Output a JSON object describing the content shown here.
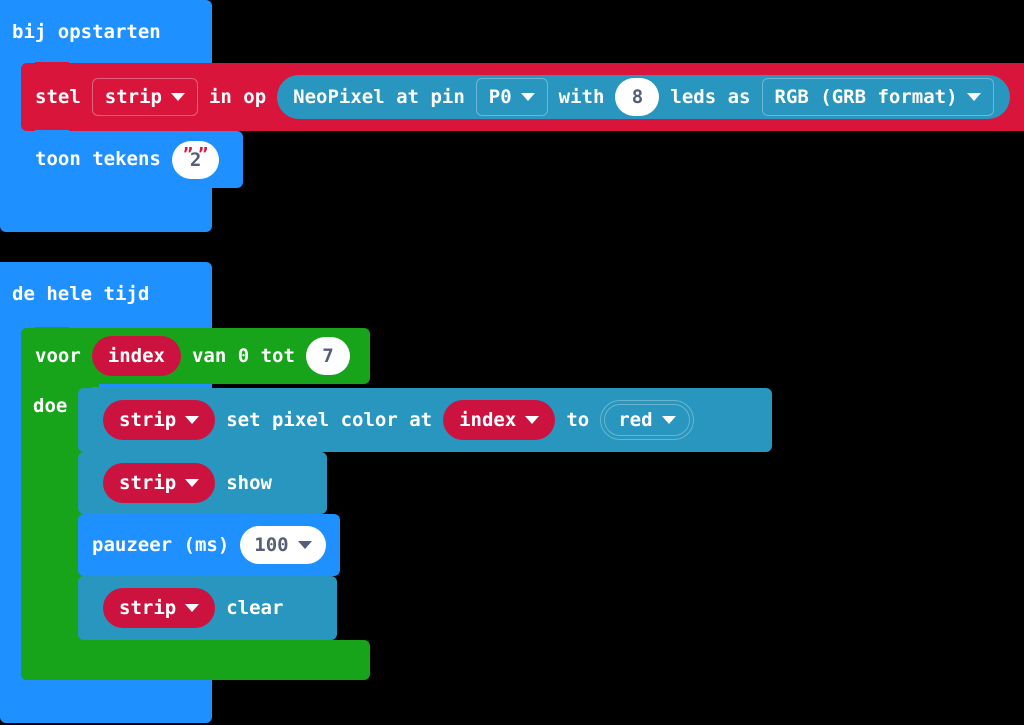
{
  "editor": {
    "name": "makecode-blocks-workspace",
    "background": "#000000",
    "language": "nl"
  },
  "palette": {
    "event_blue": "#1e90ff",
    "neopixel_red": "#d9153c",
    "variable_crimson": "#cc1340",
    "loop_green": "#17a31a",
    "neopixel_teal": "#2896be",
    "field_white": "#ffffff",
    "field_text": "#575e75"
  },
  "scripts": [
    {
      "id": "on-start-script",
      "hat": {
        "label": "bij opstarten"
      },
      "blocks": [
        {
          "id": "set-strip-block",
          "kind": "statement",
          "color": "neopixel_red",
          "parts": [
            {
              "type": "label",
              "text": "stel"
            },
            {
              "type": "dropdown",
              "value": "strip"
            },
            {
              "type": "label",
              "text": "in op"
            },
            {
              "type": "reporter",
              "color": "neopixel_teal",
              "parts": [
                {
                  "type": "label",
                  "text": "NeoPixel at pin"
                },
                {
                  "type": "dropdown",
                  "value": "P0"
                },
                {
                  "type": "label",
                  "text": "with"
                },
                {
                  "type": "number",
                  "value": "8"
                },
                {
                  "type": "label",
                  "text": "leds as"
                },
                {
                  "type": "dropdown",
                  "value": "RGB (GRB format)"
                }
              ]
            }
          ]
        },
        {
          "id": "show-string-block",
          "kind": "statement",
          "color": "event_blue",
          "parts": [
            {
              "type": "label",
              "text": "toon tekens"
            },
            {
              "type": "string",
              "value": "2",
              "quote": "”"
            }
          ]
        }
      ]
    },
    {
      "id": "forever-script",
      "hat": {
        "label": "de hele tijd"
      },
      "loop": {
        "id": "for-loop-block",
        "color": "loop_green",
        "header": [
          {
            "type": "label",
            "text": "voor"
          },
          {
            "type": "variable",
            "value": "index"
          },
          {
            "type": "label",
            "text": "van 0 tot"
          },
          {
            "type": "number",
            "value": "7"
          }
        ],
        "body_label": "doe",
        "body": [
          {
            "id": "set-pixel-color-block",
            "kind": "statement",
            "color": "neopixel_teal",
            "parts": [
              {
                "type": "variable",
                "value": "strip"
              },
              {
                "type": "label",
                "text": "set pixel color at"
              },
              {
                "type": "variable",
                "value": "index"
              },
              {
                "type": "label",
                "text": "to"
              },
              {
                "type": "color",
                "value": "red"
              }
            ]
          },
          {
            "id": "strip-show-block",
            "kind": "statement",
            "color": "neopixel_teal",
            "parts": [
              {
                "type": "variable",
                "value": "strip"
              },
              {
                "type": "label",
                "text": "show"
              }
            ]
          },
          {
            "id": "pause-block",
            "kind": "statement",
            "color": "event_blue",
            "parts": [
              {
                "type": "label",
                "text": "pauzeer (ms)"
              },
              {
                "type": "number",
                "value": "100",
                "dropdown": true
              }
            ]
          },
          {
            "id": "strip-clear-block",
            "kind": "statement",
            "color": "neopixel_teal",
            "parts": [
              {
                "type": "variable",
                "value": "strip"
              },
              {
                "type": "label",
                "text": "clear"
              }
            ]
          }
        ]
      }
    }
  ],
  "text": {
    "bij_opstarten": "bij opstarten",
    "stel": "stel",
    "strip": "strip",
    "in_op": "in op",
    "neopixel_at_pin": "NeoPixel at pin",
    "p0": "P0",
    "with": "with",
    "leds_count": "8",
    "leds_as": "leds as",
    "rgb_format": "RGB (GRB format)",
    "toon_tekens": "toon tekens",
    "tekens_value": "2",
    "de_hele_tijd": "de hele tijd",
    "voor": "voor",
    "index": "index",
    "van_0_tot": "van 0 tot",
    "tot_value": "7",
    "doe": "doe",
    "strip2": "strip",
    "set_pixel_color_at": "set pixel color at",
    "index2": "index",
    "to": "to",
    "red": "red",
    "strip3": "strip",
    "show": "show",
    "pauzeer_ms": "pauzeer (ms)",
    "pauzeer_value": "100",
    "strip4": "strip",
    "clear": "clear"
  }
}
